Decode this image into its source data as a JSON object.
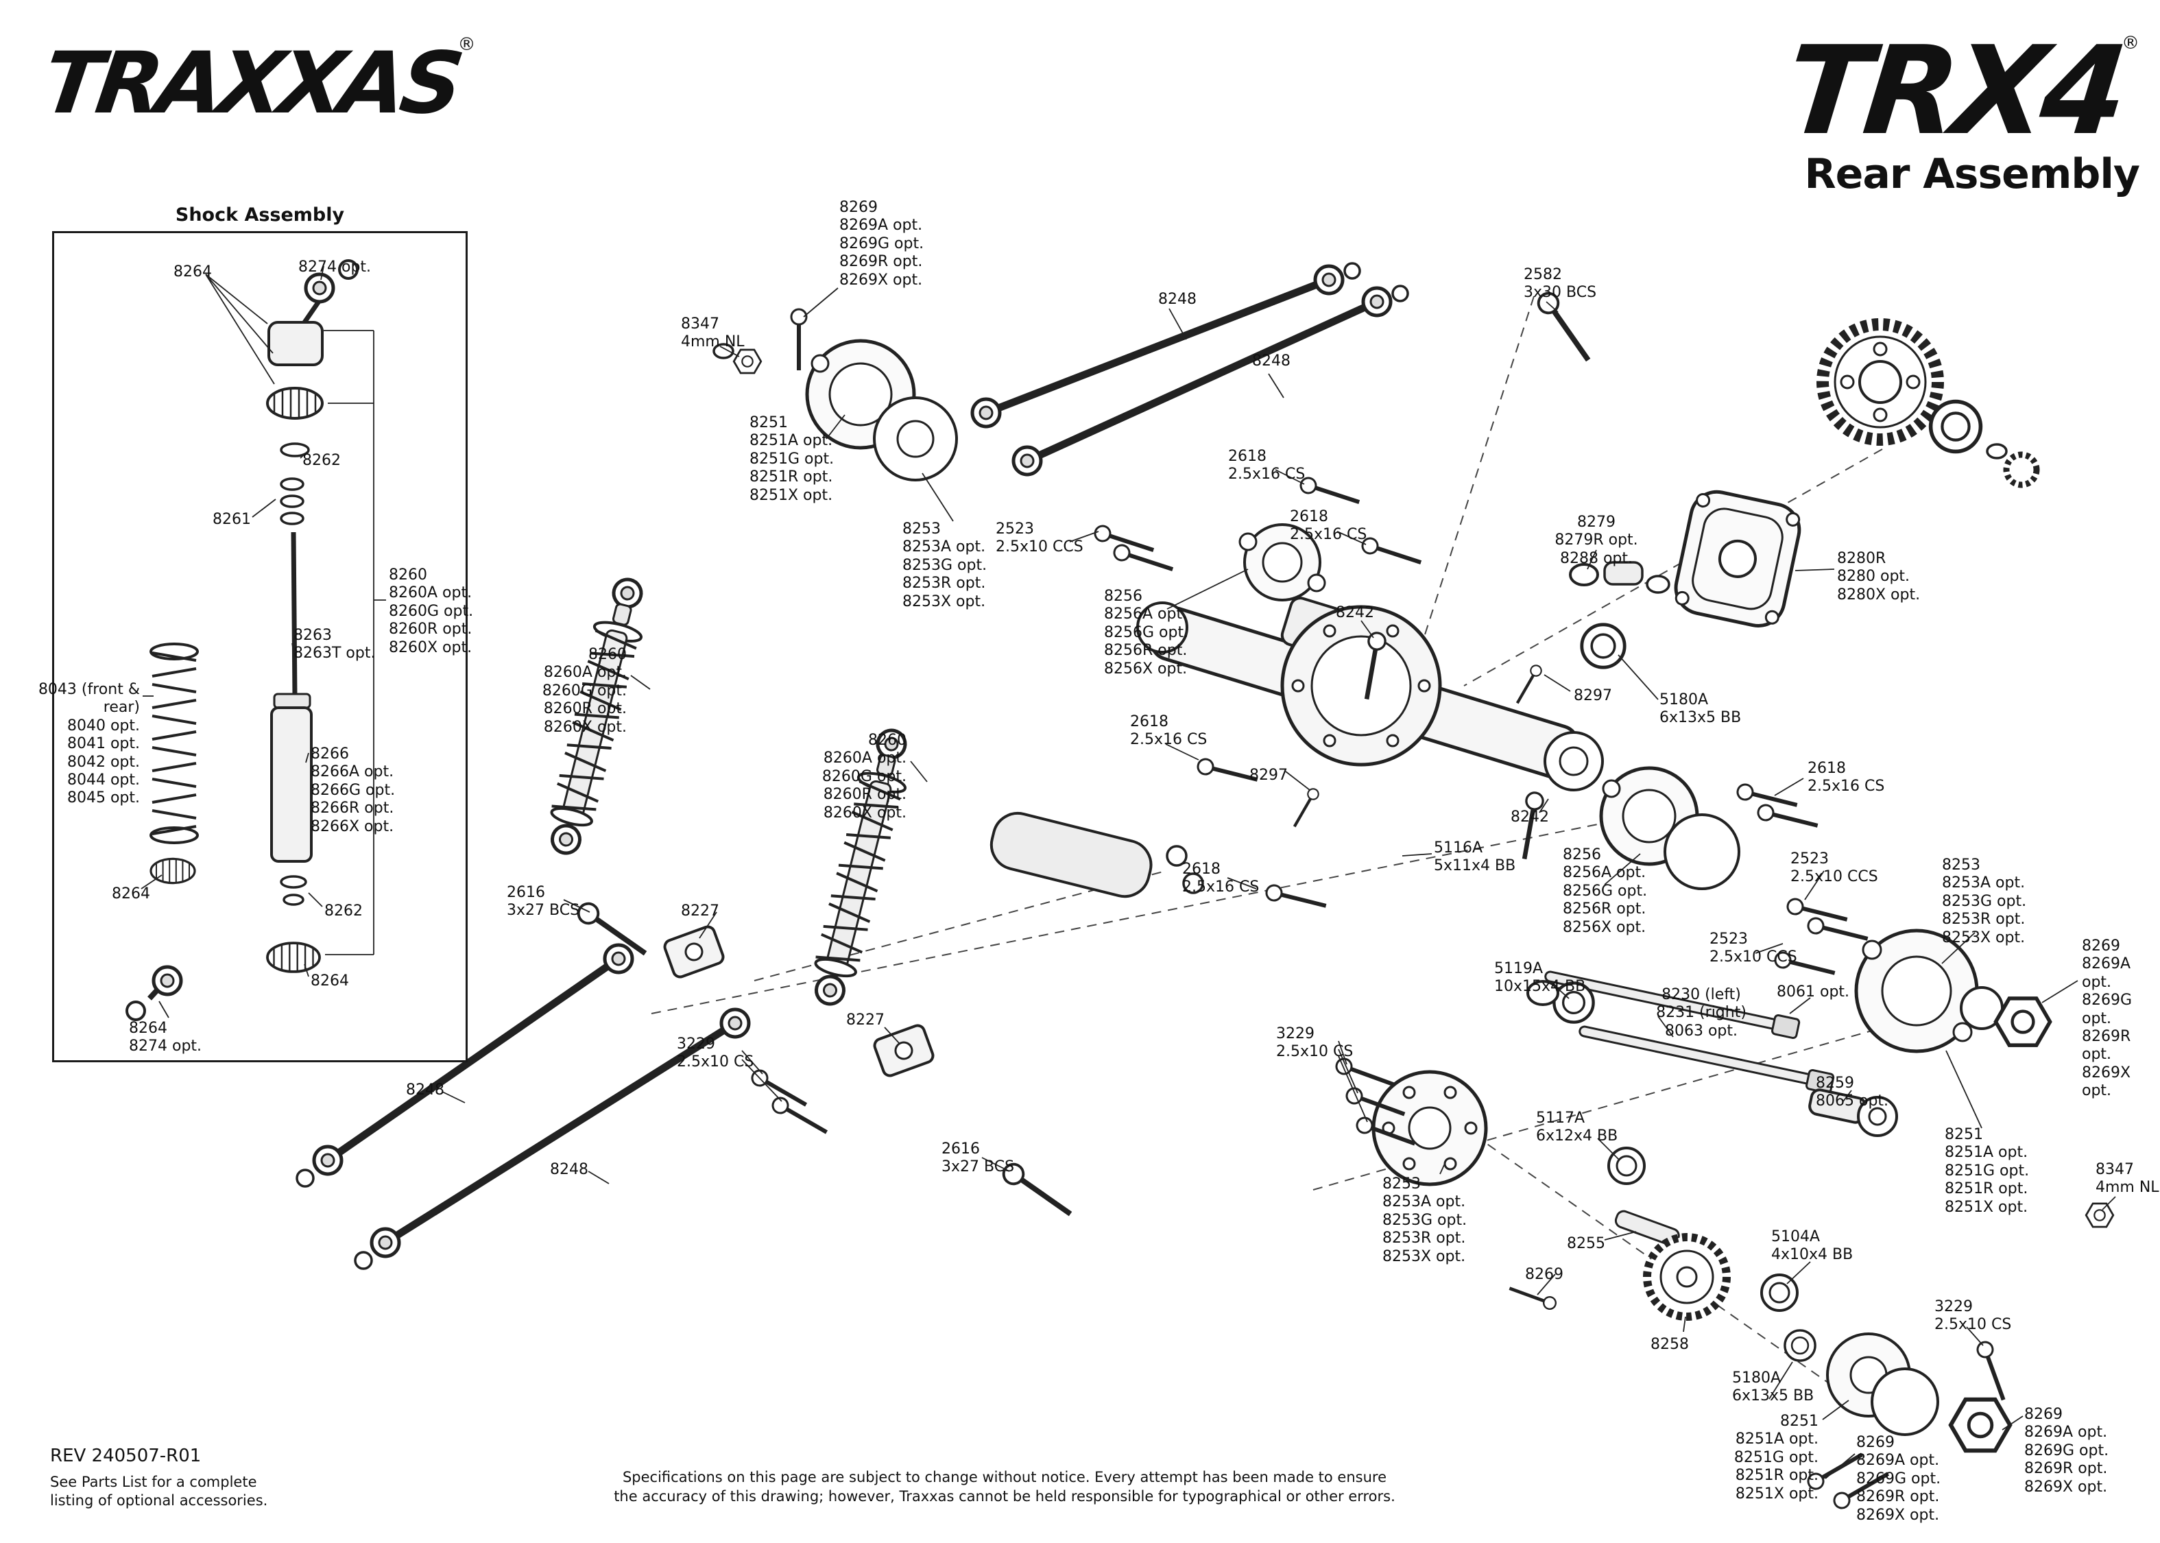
{
  "header": {
    "brand": "TRAXXAS",
    "model": "TRX4",
    "registered": "®",
    "title": "Rear Assembly"
  },
  "shock_box": {
    "title": "Shock Assembly"
  },
  "callouts": [
    "8264",
    "8274 opt.",
    "8262",
    "8261",
    "8263\n8263T opt.",
    "8260\n8260A opt.\n8260G opt.\n8260R opt.\n8260X opt.",
    "8043 (front &\nrear)\n8040 opt.\n8041 opt.\n8042 opt.\n8044 opt.\n8045 opt.",
    "8266\n8266A opt.\n8266G opt.\n8266R opt.\n8266X opt.",
    "8264",
    "8262",
    "8264",
    "8264\n8274 opt.",
    "8269\n8269A opt.\n8269G opt.\n8269R opt.\n8269X opt.",
    "8347\n4mm NL",
    "8251\n8251A opt.\n8251G opt.\n8251R opt.\n8251X opt.",
    "8253\n8253A opt.\n8253G opt.\n8253R opt.\n8253X opt.",
    "2523\n2.5x10 CCS",
    "8248",
    "8248",
    "2582\n3x30 BCS",
    "2618\n2.5x16 CS",
    "2618\n2.5x16 CS",
    "8256\n8256A opt.\n8256G opt.\n8256R opt.\n8256X opt.",
    "8242",
    "8279\n8279R opt.\n8288 opt.",
    "8280R\n8280 opt.\n8280X opt.",
    "8297",
    "5180A\n6x13x5 BB",
    "8260\n8260A opt.\n8260G opt.\n8260R opt.\n8260X opt.",
    "2618\n2.5x16 CS",
    "8297",
    "8260\n8260A opt.\n8260G opt.\n8260R opt.\n8260X opt.",
    "8242",
    "2618\n2.5x16 CS",
    "5116A\n5x11x4 BB",
    "8256\n8256A opt.\n8256G opt.\n8256R opt.\n8256X opt.",
    "2523\n2.5x10 CCS",
    "8253\n8253A opt.\n8253G opt.\n8253R opt.\n8253X opt.",
    "2618\n2.5x16 CS",
    "2523\n2.5x10 CCS",
    "8269\n8269A opt.\n8269G opt.\n8269R opt.\n8269X opt.",
    "2616\n3x27 BCS",
    "8227",
    "5119A\n10x15x4 BB",
    "8230 (left)\n8231 (right)\n8063 opt.",
    "8061 opt.",
    "3229\n2.5x10 CS",
    "8227",
    "3229\n2.5x10 CS",
    "8259\n8065 opt.",
    "8248",
    "5117A\n6x12x4 BB",
    "2616\n3x27 BCS",
    "8248",
    "8253\n8253A opt.\n8253G opt.\n8253R opt.\n8253X opt.",
    "8251\n8251A opt.\n8251G opt.\n8251R opt.\n8251X opt.",
    "8347\n4mm NL",
    "8255",
    "5104A\n4x10x4 BB",
    "8269",
    "8258",
    "5180A\n6x13x5 BB",
    "3229\n2.5x10 CS",
    "8251\n8251A opt.\n8251G opt.\n8251R opt.\n8251X opt.",
    "8269\n8269A opt.\n8269G opt.\n8269R opt.\n8269X opt.",
    "8269\n8269A opt.\n8269G opt.\n8269R opt.\n8269X opt."
  ],
  "footer": {
    "rev": "REV 240507-R01",
    "parts_note": "See Parts List for a complete\nlisting of optional accessories.",
    "disclaimer": "Specifications on this page are subject to change without notice.  Every attempt has been made to ensure\nthe accuracy of this drawing; however, Traxxas cannot be held responsible for typographical or other errors."
  }
}
